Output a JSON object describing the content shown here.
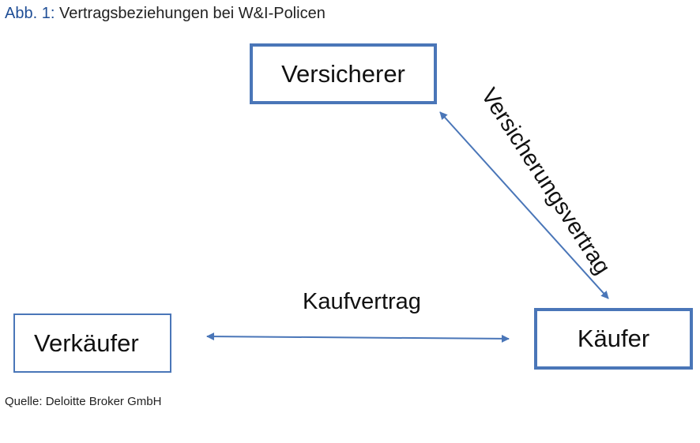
{
  "caption": {
    "number": "Abb. 1:",
    "title": "Vertragsbeziehungen bei W&I-Policen"
  },
  "nodes": {
    "versicherer": "Versicherer",
    "kaeufer": "Käufer",
    "verkaeufer": "Verkäufer"
  },
  "edges": {
    "kaufvertrag": "Kaufvertrag",
    "versicherungsvertrag": "Versicherungsvertrag"
  },
  "source": "Quelle: Deloitte Broker GmbH",
  "colors": {
    "box_border": "#4a76b8",
    "arrow": "#4a76b8",
    "caption_number": "#1f4e96"
  }
}
